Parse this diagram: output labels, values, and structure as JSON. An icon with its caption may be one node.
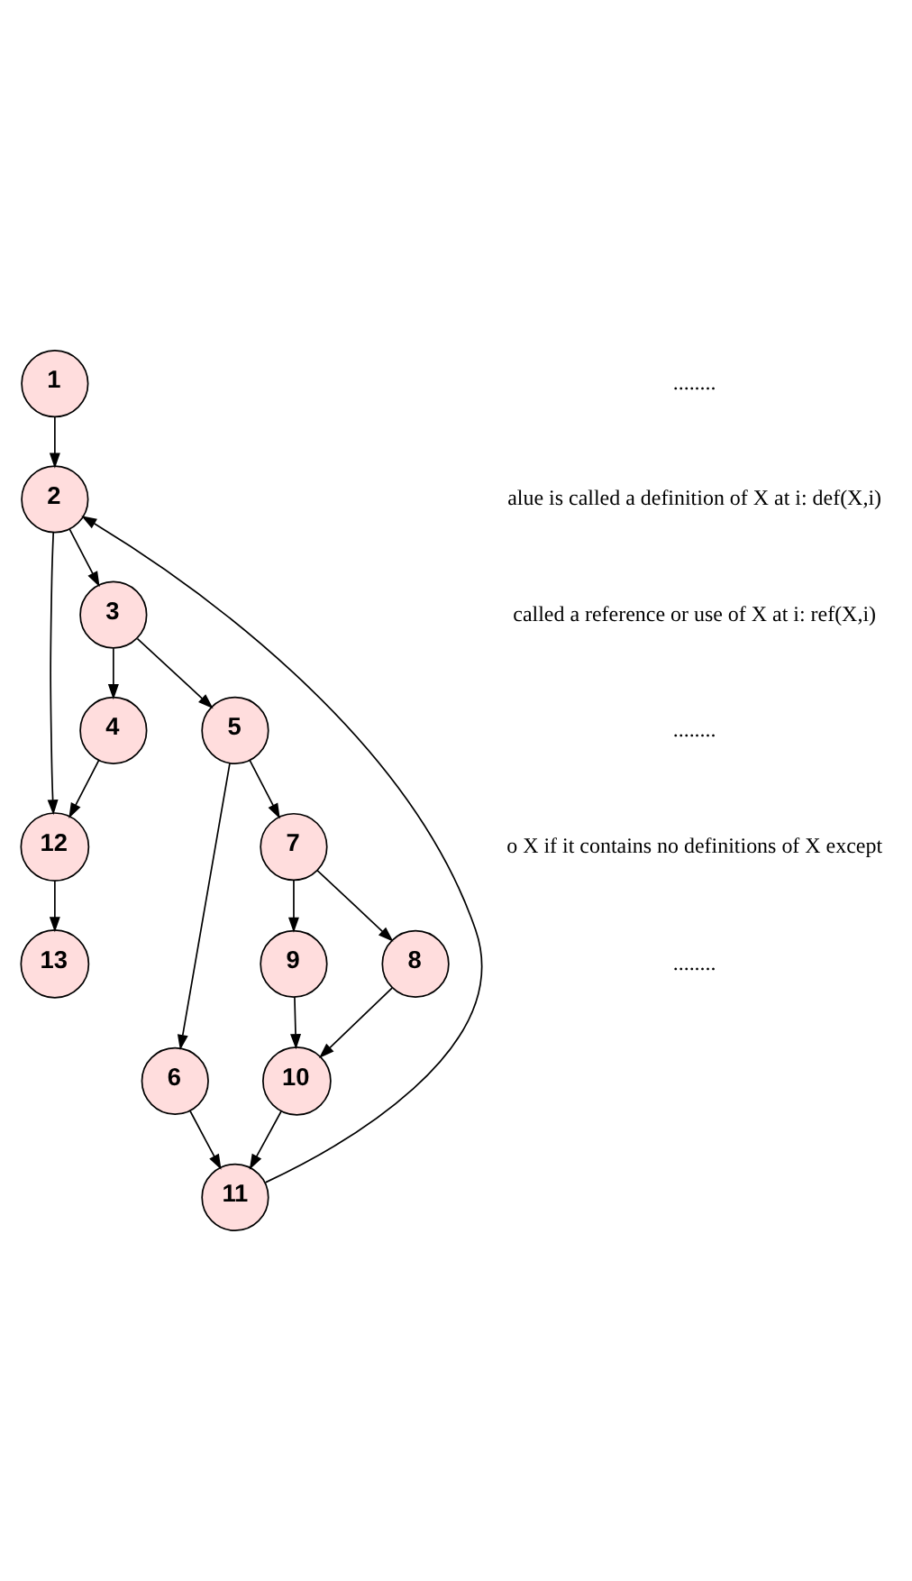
{
  "diagram": {
    "nodes": [
      {
        "text": [
          "1"
        ]
      },
      {
        "text": [
          "2"
        ]
      },
      {
        "text": [
          "3"
        ]
      },
      {
        "text": [
          "4"
        ]
      },
      {
        "text": [
          "5"
        ]
      },
      {
        "text": [
          "6"
        ]
      },
      {
        "text": [
          "7"
        ]
      },
      {
        "text": [
          "8"
        ]
      },
      {
        "text": [
          "9"
        ]
      },
      {
        "text": [
          "10"
        ]
      },
      {
        "text": [
          "11"
        ]
      },
      {
        "text": [
          "12"
        ]
      },
      {
        "text": [
          "13"
        ]
      }
    ],
    "edges": [
      {
        "from": 0,
        "to": 1,
        "arrow": "to"
      },
      {
        "from": 1,
        "to": 2,
        "arrow": "to"
      },
      {
        "from": 1,
        "to": 11,
        "arrow": "to"
      },
      {
        "from": 2,
        "to": 3,
        "arrow": "to"
      },
      {
        "from": 2,
        "to": 4,
        "arrow": "to"
      },
      {
        "from": 3,
        "to": 11,
        "arrow": "to"
      },
      {
        "from": 4,
        "to": 5,
        "arrow": "to"
      },
      {
        "from": 4,
        "to": 6,
        "arrow": "to"
      },
      {
        "from": 5,
        "to": 10,
        "arrow": "to"
      },
      {
        "from": 6,
        "to": 7,
        "arrow": "to"
      },
      {
        "from": 6,
        "to": 8,
        "arrow": "to"
      },
      {
        "from": 7,
        "to": 9,
        "arrow": "to"
      },
      {
        "from": 8,
        "to": 9,
        "arrow": "to"
      },
      {
        "from": 9,
        "to": 10,
        "arrow": "to"
      },
      {
        "from": 10,
        "to": 1,
        "arrow": "to"
      },
      {
        "from": 11,
        "to": 12,
        "arrow": "to"
      }
    ],
    "labels": [
      "........",
      "alue is called a definition of X at i: def(X,i)",
      "called a reference or use of X at i: ref(X,i)",
      "........",
      "o X if it contains no definitions of X except",
      "........"
    ]
  }
}
